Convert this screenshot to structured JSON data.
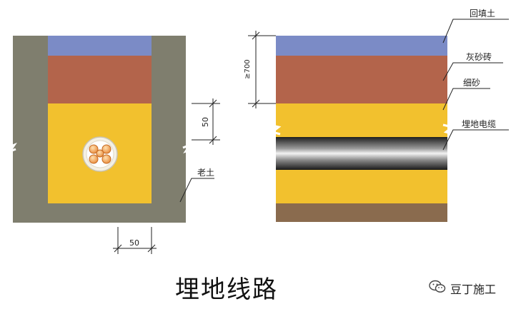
{
  "labels": {
    "backfill": "回填土",
    "lime_sand_brick": "灰砂砖",
    "fine_sand": "细砂",
    "buried_cable": "埋地电缆",
    "old_soil": "老土"
  },
  "dimensions": {
    "depth_min": "≥700",
    "sand_cover": "50",
    "sand_side": "50"
  },
  "caption": "埋地线路",
  "watermark": {
    "text": "豆丁施工",
    "icon": "wechat-icon"
  },
  "colors": {
    "soil": "#7f7e6e",
    "backfill": "#7b8bc6",
    "brick": "#b3644b",
    "sand": "#f2c12e",
    "cable": "#2b2b2b",
    "base": "#8a6b4e",
    "line": "#222222"
  }
}
